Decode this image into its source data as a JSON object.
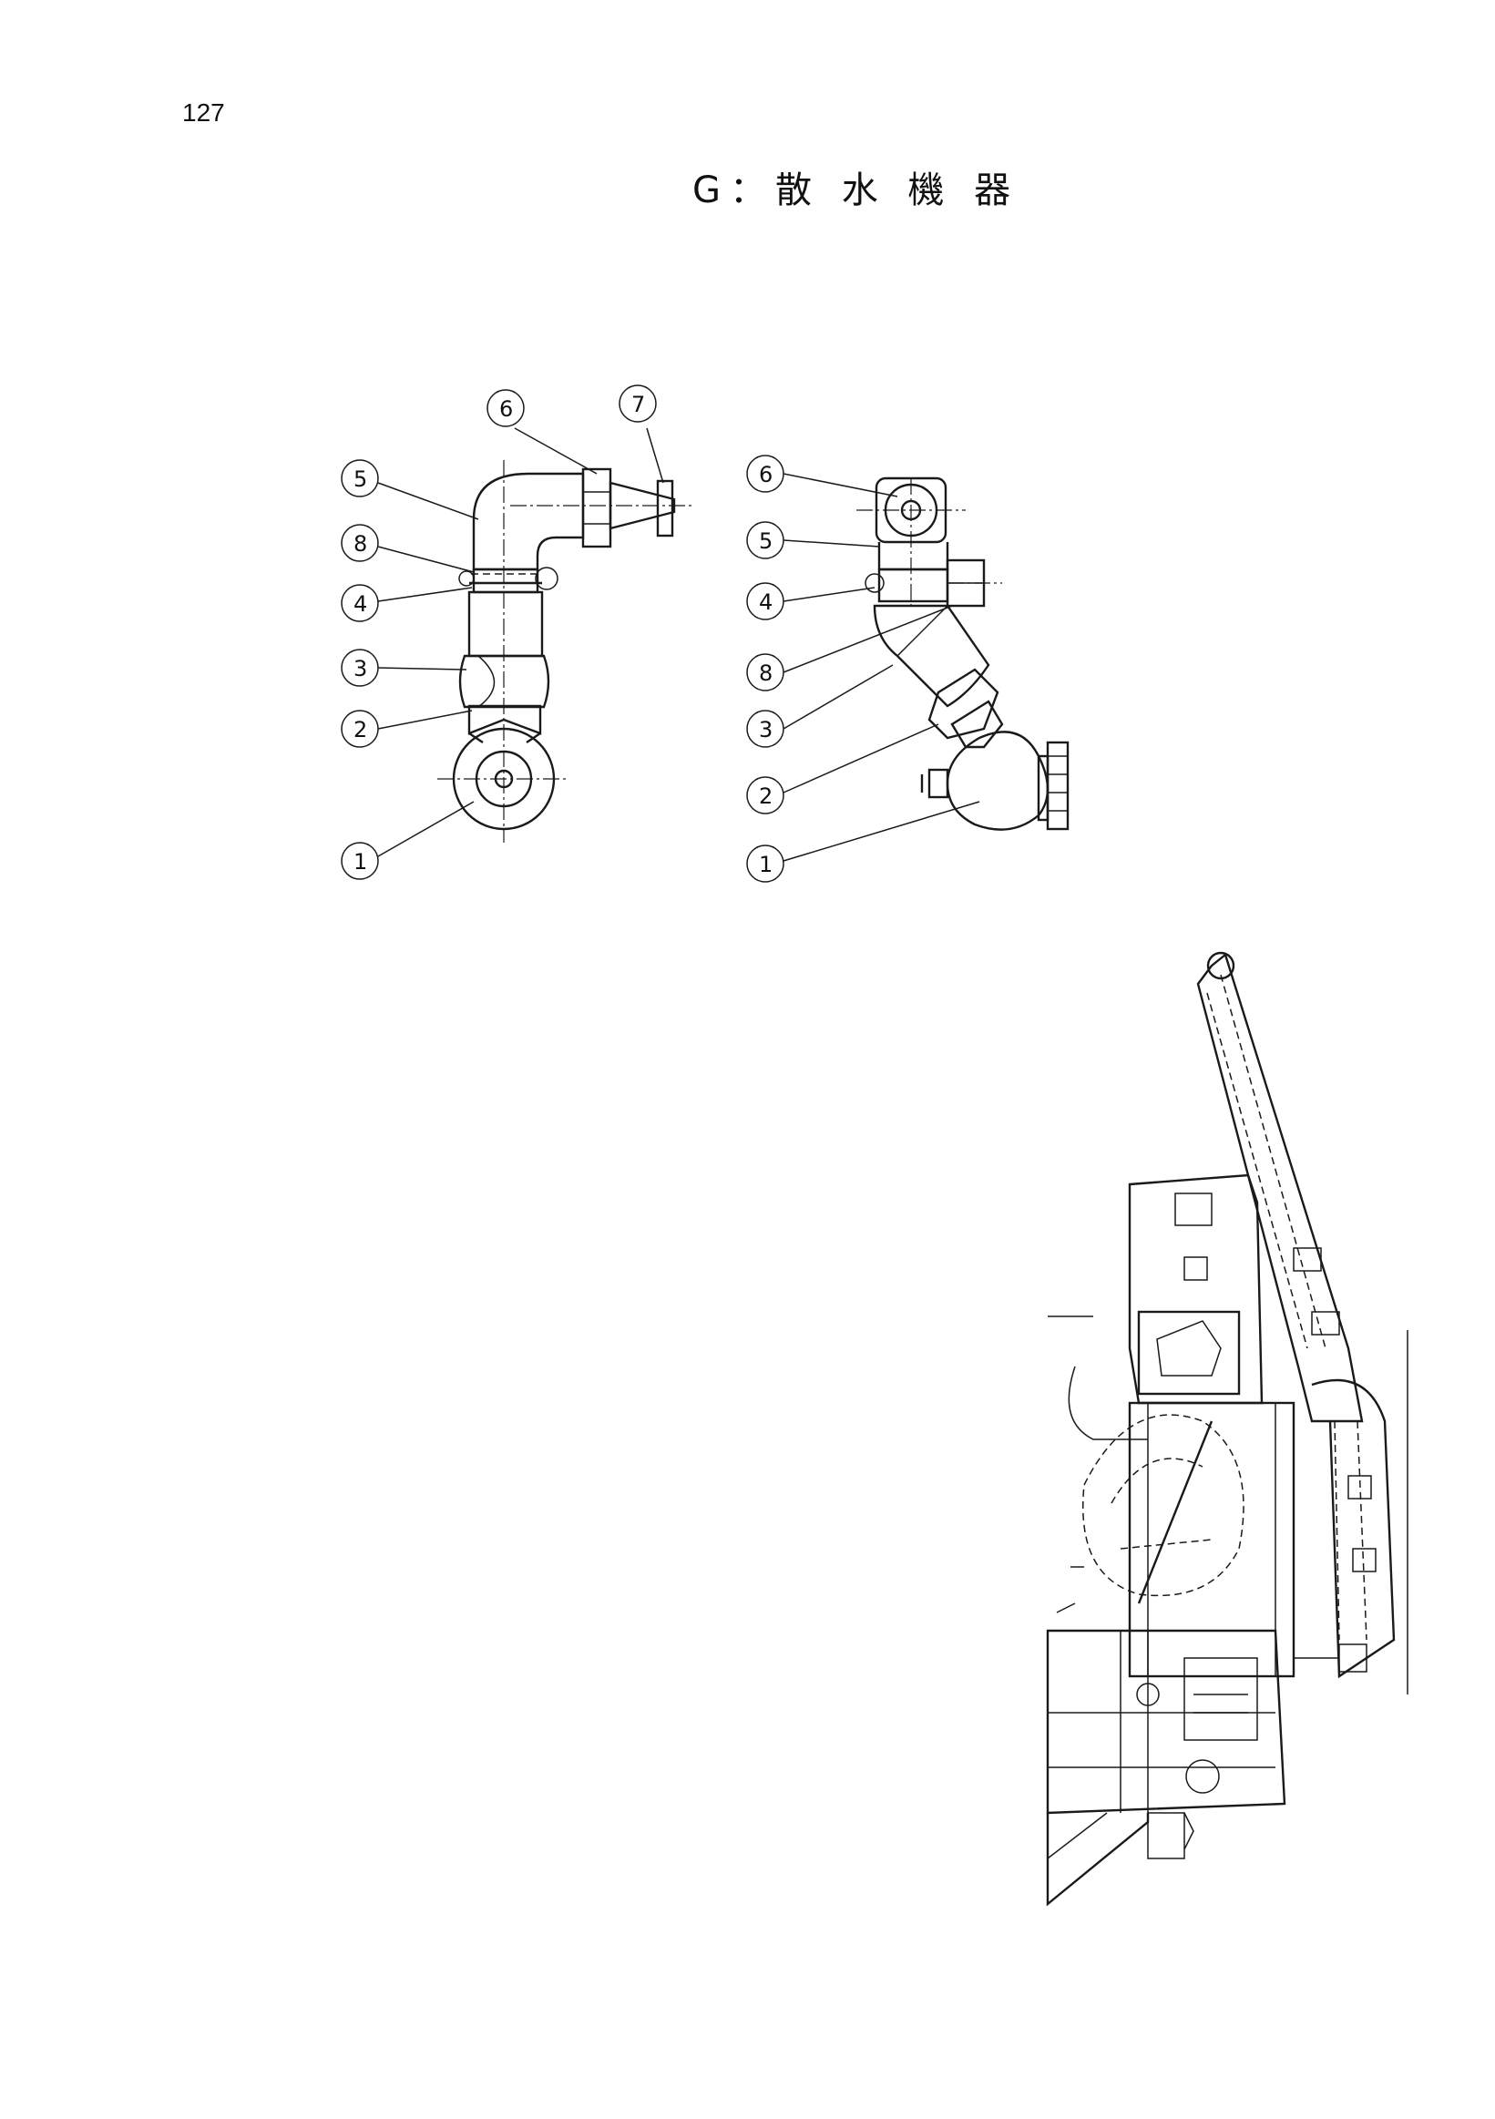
{
  "page": {
    "number": "127",
    "title": "G：散 水 機 器"
  },
  "diagram_left": {
    "labels": [
      "1",
      "2",
      "3",
      "4",
      "8",
      "5",
      "6",
      "7"
    ]
  },
  "diagram_right": {
    "labels": [
      "1",
      "2",
      "3",
      "8",
      "4",
      "5",
      "6"
    ]
  },
  "machine": {
    "description_icon": "machine-side-view-icon"
  }
}
